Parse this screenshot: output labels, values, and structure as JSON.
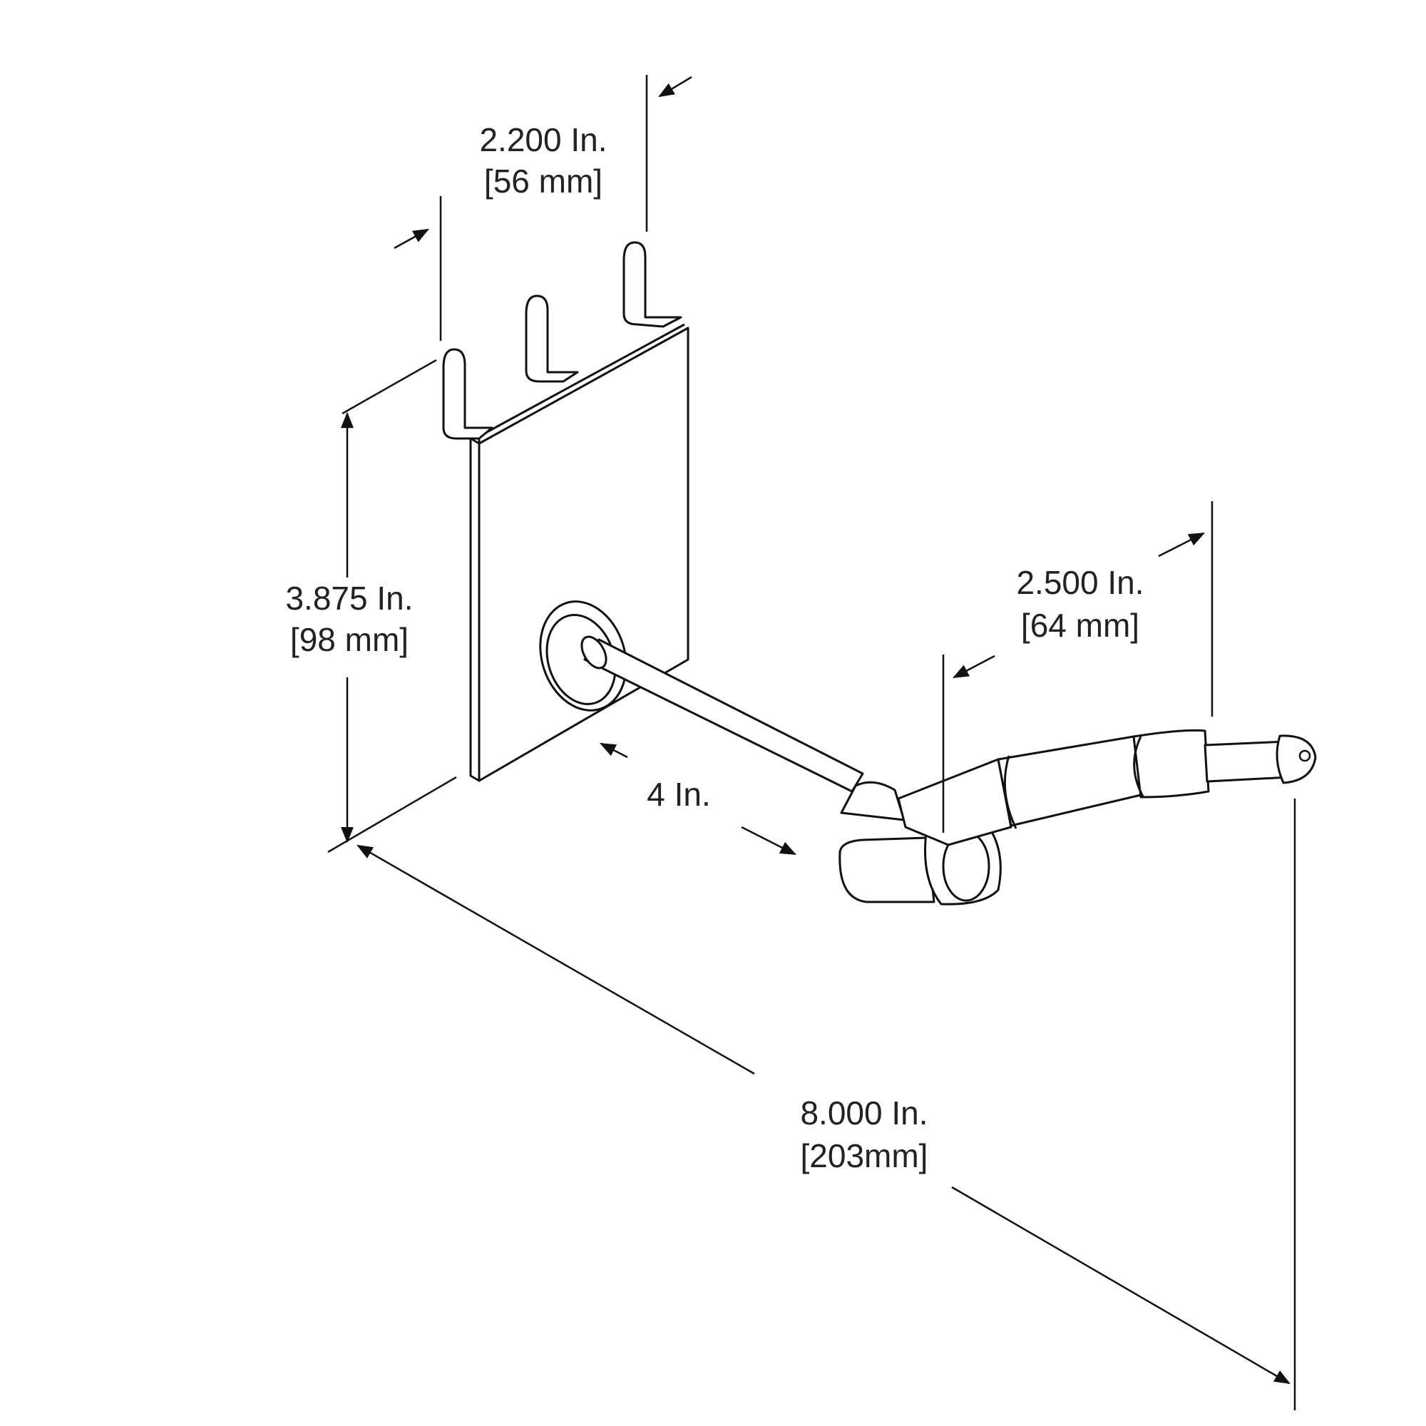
{
  "dimensions": {
    "width": {
      "imperial": "2.200 In.",
      "metric": "[56 mm]"
    },
    "height": {
      "imperial": "3.875 In.",
      "metric": "[98 mm]"
    },
    "peg": {
      "imperial": "4 In."
    },
    "tip": {
      "imperial": "2.500 In.",
      "metric": "[64 mm]"
    },
    "total": {
      "imperial": "8.000 In.",
      "metric": "[203mm]"
    }
  }
}
